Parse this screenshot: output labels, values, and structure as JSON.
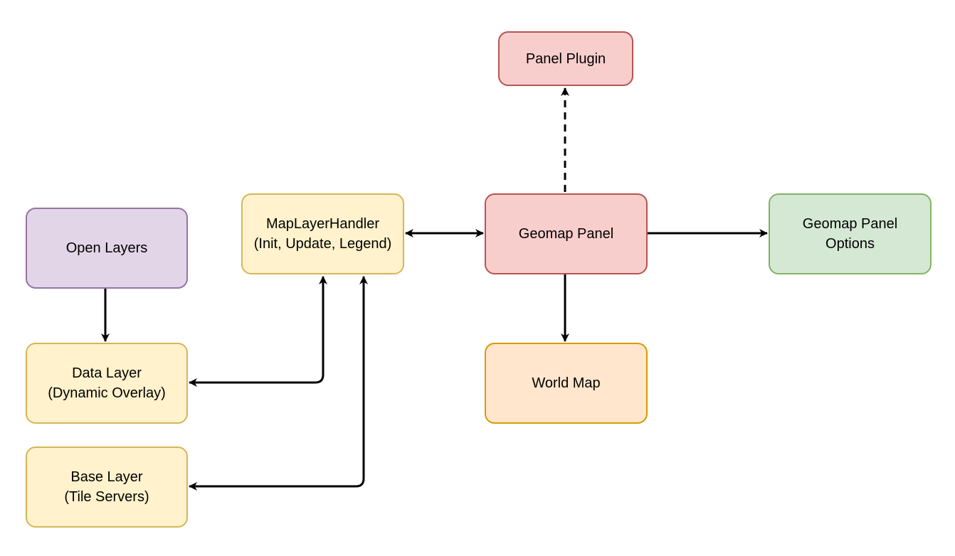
{
  "nodes": {
    "open_layers": {
      "lines": [
        "Open Layers"
      ]
    },
    "data_layer": {
      "lines": [
        "Data Layer",
        "(Dynamic Overlay)"
      ]
    },
    "base_layer": {
      "lines": [
        "Base Layer",
        "(Tile Servers)"
      ]
    },
    "map_layer_handler": {
      "lines": [
        "MapLayerHandler",
        "(Init, Update, Legend)"
      ]
    },
    "geomap_panel": {
      "lines": [
        "Geomap Panel"
      ]
    },
    "panel_plugin": {
      "lines": [
        "Panel Plugin"
      ]
    },
    "world_map": {
      "lines": [
        "World Map"
      ]
    },
    "geomap_panel_options": {
      "lines": [
        "Geomap Panel",
        "Options"
      ]
    }
  },
  "edges": [
    {
      "from": "open_layers",
      "to": "data_layer",
      "style": "solid",
      "direction": "forward"
    },
    {
      "from": "map_layer_handler",
      "to": "data_layer",
      "style": "solid",
      "direction": "both"
    },
    {
      "from": "map_layer_handler",
      "to": "base_layer",
      "style": "solid",
      "direction": "both"
    },
    {
      "from": "map_layer_handler",
      "to": "geomap_panel",
      "style": "solid",
      "direction": "both"
    },
    {
      "from": "geomap_panel",
      "to": "panel_plugin",
      "style": "dashed",
      "direction": "forward"
    },
    {
      "from": "geomap_panel",
      "to": "geomap_panel_options",
      "style": "solid",
      "direction": "forward"
    },
    {
      "from": "geomap_panel",
      "to": "world_map",
      "style": "solid",
      "direction": "forward"
    }
  ],
  "colors": {
    "edge": "#000000",
    "purple_fill": "#e1d5e7",
    "purple_stroke": "#9673a6",
    "yellow_fill": "#fff2cc",
    "yellow_stroke": "#d6b656",
    "red_fill": "#f8cecc",
    "red_stroke": "#b85450",
    "green_fill": "#d5e8d4",
    "green_stroke": "#82b366",
    "orange_fill": "#ffe6cc",
    "orange_stroke": "#d79b00"
  }
}
